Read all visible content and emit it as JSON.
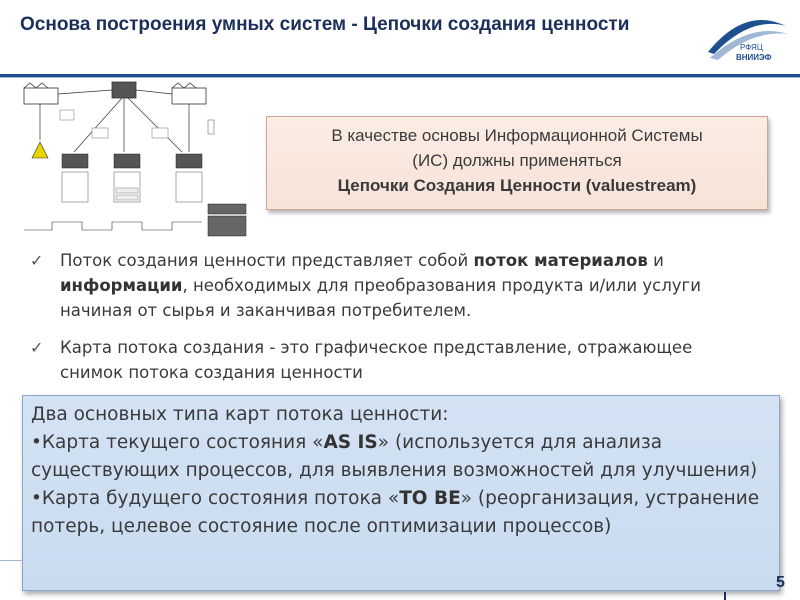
{
  "slide": {
    "title": "Основа построения умных систем - Цепочки создания ценности",
    "logo_text_top": "РФЯЦ",
    "logo_text_bottom": "ВНИИЭФ",
    "page_number": "5"
  },
  "callout": {
    "line1": "В качестве основы Информационной Системы",
    "line2": "(ИС) должны применяться",
    "line3": "Цепочки Создания Ценности (valuestream)"
  },
  "bullets": [
    {
      "pre": "Поток создания ценности представляет собой ",
      "bold1": "поток материалов",
      "mid": " и ",
      "bold2": "информации",
      "post": ", необходимых для преобразования продукта и/или услуги начиная от сырья и заканчивая потребителем."
    },
    {
      "text": "Карта потока создания - это графическое представление, отражающее снимок потока создания ценности"
    }
  ],
  "overlay": {
    "heading": "Два основных типа карт потока ценности:",
    "item1_pre": "•Карта текущего состояния «",
    "item1_bold": "AS IS",
    "item1_post": "» (используется для анализа существующих процессов, для выявления возможностей для улучшения)",
    "item2_pre": "•Карта будущего состояния потока «",
    "item2_bold": "TO BE",
    "item2_post": "» (реорганизация, устранение потерь, целевое состояние после оптимизации процессов)"
  },
  "icons": {
    "bullet_mark": "✓",
    "diagram": "value-stream-map-diagram-icon",
    "logo": "rfyac-vniief-logo"
  },
  "colors": {
    "title": "#1b2f5a",
    "header_line": "#1e4f8f",
    "callout_bg": "#f7e3d8",
    "overlay_bg": "#c8dbf0"
  }
}
